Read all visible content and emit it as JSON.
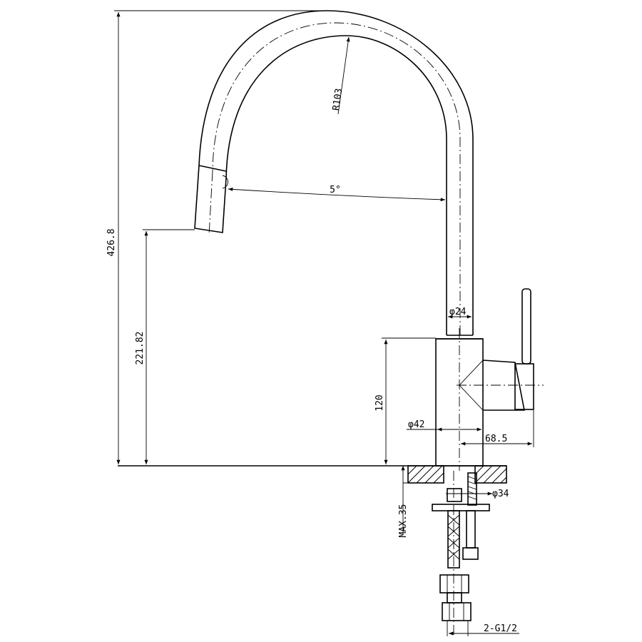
{
  "dimensions": {
    "total_height": "426.8",
    "outlet_height": "221.82",
    "body_height": "120",
    "arc_radius": "R103",
    "tilt_angle": "5°",
    "spout_diameter": "φ24",
    "body_diameter": "φ42",
    "handle_reach": "68.5",
    "shank_diameter": "φ34",
    "max_deck_thickness": "MAX.35",
    "hose_thread": "2-G1/2"
  }
}
